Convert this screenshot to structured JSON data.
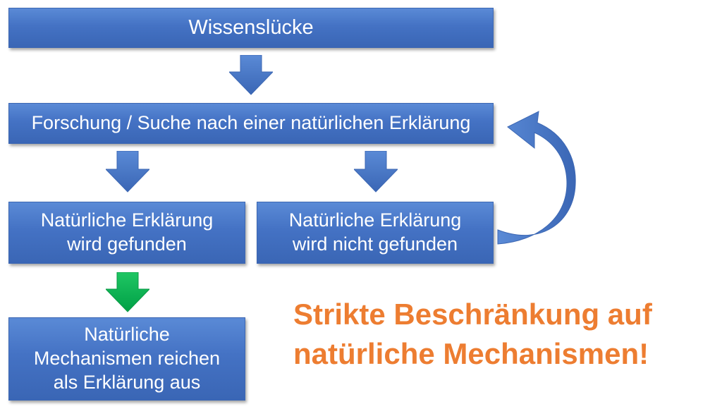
{
  "diagram": {
    "nodes": {
      "wissensluecke": "Wissenslücke",
      "forschung": "Forschung / Suche nach einer natürlichen Erklärung",
      "gefunden": "Natürliche Erklärung\nwird gefunden",
      "nicht_gefunden": "Natürliche Erklärung\nwird nicht gefunden",
      "mechanismen": "Natürliche\nMechanismen reichen\nals Erklärung aus"
    },
    "conclusion": "Strikte Beschränkung auf\nnatürliche Mechanismen!",
    "colors": {
      "box": "#4472c4",
      "arrow_blue": "#4472c4",
      "arrow_green": "#00b050",
      "conclusion_text": "#ed7d31"
    },
    "edges": [
      {
        "from": "wissensluecke",
        "to": "forschung",
        "color": "blue"
      },
      {
        "from": "forschung",
        "to": "gefunden",
        "color": "blue"
      },
      {
        "from": "forschung",
        "to": "nicht_gefunden",
        "color": "blue"
      },
      {
        "from": "gefunden",
        "to": "mechanismen",
        "color": "green"
      },
      {
        "from": "nicht_gefunden",
        "to": "forschung",
        "color": "blue",
        "shape": "curved-loop"
      }
    ]
  }
}
